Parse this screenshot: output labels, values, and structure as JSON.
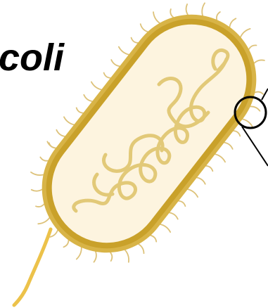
{
  "diagram": {
    "title": "coli",
    "colors": {
      "cell_wall": "#c9a12a",
      "cell_wall_outer": "#d8b447",
      "cytoplasm": "#fdf4df",
      "dna": "#e2c978",
      "pili": "#ddc27a",
      "flagellum": "#ecc24a",
      "callout": "#000000"
    },
    "parts": [
      "cell-wall",
      "cytoplasm",
      "nucleoid-dna",
      "pili",
      "flagellum",
      "callout-circle"
    ]
  }
}
